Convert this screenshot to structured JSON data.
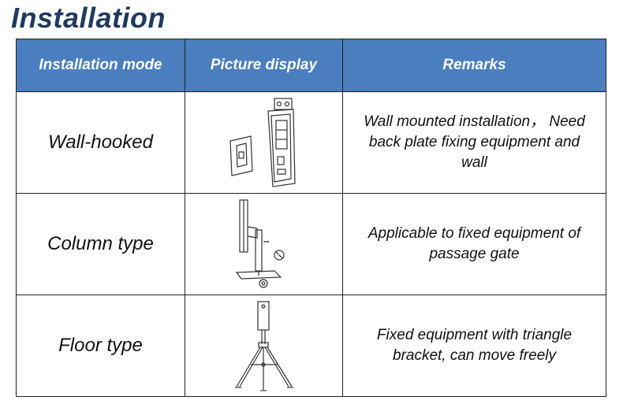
{
  "title": "Installation",
  "table": {
    "headers": [
      "Installation mode",
      "Picture display",
      "Remarks"
    ],
    "rows": [
      {
        "mode": "Wall-hooked",
        "picture_icon": "wall-hooked-device-illustration",
        "remark_lines": [
          "Wall mounted installation， Need",
          "back plate fixing equipment and",
          "wall"
        ]
      },
      {
        "mode": "Column type",
        "picture_icon": "column-stand-device-illustration",
        "remark_lines": [
          "Applicable to fixed equipment of",
          "passage gate"
        ]
      },
      {
        "mode": "Floor type",
        "picture_icon": "tripod-floor-stand-illustration",
        "remark_lines": [
          "Fixed equipment with triangle",
          "bracket, can move freely"
        ]
      }
    ]
  }
}
